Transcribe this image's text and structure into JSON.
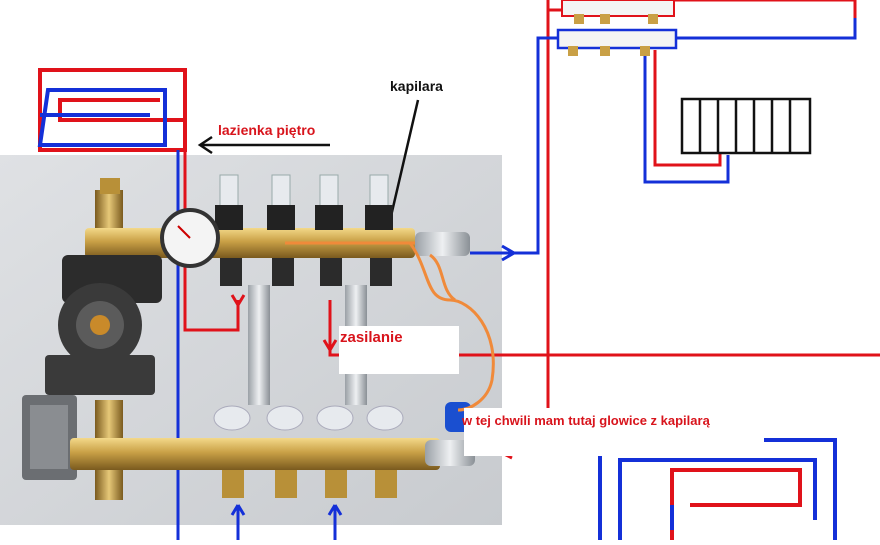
{
  "labels": {
    "kapilara": "kapilara",
    "lazienka": "lazienka piętro",
    "zasilanie": "zasilanie",
    "glowica": "w tej chwili mam tutaj glowice z kapilarą"
  },
  "colors": {
    "supply": "#e0121a",
    "return": "#1430d8",
    "capillary": "#f08a3a",
    "label_red": "#d8141c",
    "brass": "#c9a046",
    "photo_bg": "#d6d8dc"
  },
  "icons": {
    "pump": "circulation-pump-icon",
    "gauge": "pressure-gauge-icon",
    "radiator": "radiator-icon",
    "valve": "thermostatic-valve-icon"
  }
}
